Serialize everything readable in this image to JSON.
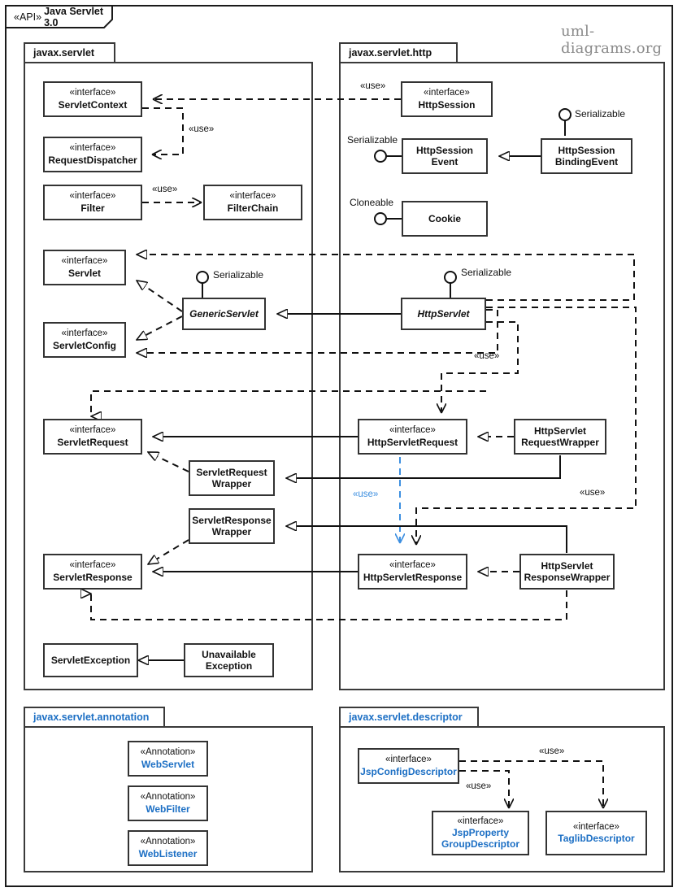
{
  "frame": {
    "stereotype": "«API»",
    "name": "Java Servlet 3.0"
  },
  "watermark": "uml-diagrams.org",
  "packages": [
    {
      "id": "servlet",
      "label": "javax.servlet"
    },
    {
      "id": "http",
      "label": "javax.servlet.http"
    },
    {
      "id": "annotation",
      "label": "javax.servlet.annotation"
    },
    {
      "id": "descriptor",
      "label": "javax.servlet.descriptor"
    }
  ],
  "stereotypes": {
    "interface": "«interface»",
    "annotation": "«Annotation»"
  },
  "classes": {
    "servlet_context": {
      "stereotype": "«interface»",
      "name": "ServletContext"
    },
    "request_dispatcher": {
      "stereotype": "«interface»",
      "name": "RequestDispatcher"
    },
    "filter": {
      "stereotype": "«interface»",
      "name": "Filter"
    },
    "filter_chain": {
      "stereotype": "«interface»",
      "name": "FilterChain"
    },
    "servlet": {
      "stereotype": "«interface»",
      "name": "Servlet"
    },
    "servlet_config": {
      "stereotype": "«interface»",
      "name": "ServletConfig"
    },
    "generic_servlet": {
      "stereotype": "",
      "name": "GenericServlet"
    },
    "servlet_request": {
      "stereotype": "«interface»",
      "name": "ServletRequest"
    },
    "servlet_request_wrapper": {
      "stereotype": "",
      "name_l1": "ServletRequest",
      "name_l2": "Wrapper"
    },
    "servlet_response_wrapper": {
      "stereotype": "",
      "name_l1": "ServletResponse",
      "name_l2": "Wrapper"
    },
    "servlet_response": {
      "stereotype": "«interface»",
      "name": "ServletResponse"
    },
    "servlet_exception": {
      "stereotype": "",
      "name": "ServletException"
    },
    "unavailable_exception": {
      "stereotype": "",
      "name_l1": "Unavailable",
      "name_l2": "Exception"
    },
    "http_session": {
      "stereotype": "«interface»",
      "name": "HttpSession"
    },
    "http_session_event": {
      "stereotype": "",
      "name_l1": "HttpSession",
      "name_l2": "Event"
    },
    "http_session_binding_event": {
      "stereotype": "",
      "name_l1": "HttpSession",
      "name_l2": "BindingEvent"
    },
    "cookie": {
      "stereotype": "",
      "name": "Cookie"
    },
    "http_servlet": {
      "stereotype": "",
      "name": "HttpServlet"
    },
    "http_servlet_request": {
      "stereotype": "«interface»",
      "name": "HttpServletRequest"
    },
    "http_servlet_request_wrapper": {
      "stereotype": "",
      "name_l1": "HttpServlet",
      "name_l2": "RequestWrapper"
    },
    "http_servlet_response": {
      "stereotype": "«interface»",
      "name": "HttpServletResponse"
    },
    "http_servlet_response_wrapper": {
      "stereotype": "",
      "name_l1": "HttpServlet",
      "name_l2": "ResponseWrapper"
    },
    "web_servlet": {
      "stereotype": "«Annotation»",
      "name": "WebServlet"
    },
    "web_filter": {
      "stereotype": "«Annotation»",
      "name": "WebFilter"
    },
    "web_listener": {
      "stereotype": "«Annotation»",
      "name": "WebListener"
    },
    "jsp_config_descriptor": {
      "stereotype": "«interface»",
      "name": "JspConfigDescriptor"
    },
    "jsp_property_group_descriptor": {
      "stereotype": "«interface»",
      "name_l1": "JspProperty",
      "name_l2": "GroupDescriptor"
    },
    "taglib_descriptor": {
      "stereotype": "«interface»",
      "name": "TaglibDescriptor"
    }
  },
  "interface_labels": {
    "serializable_generic_servlet": "Serializable",
    "serializable_http_servlet": "Serializable",
    "serializable_session_event": "Serializable",
    "serializable_binding_event": "Serializable",
    "cloneable_cookie": "Cloneable"
  },
  "use_labels": {
    "http_session_to_servlet_context": "«use»",
    "servlet_context_to_request_dispatcher": "«use»",
    "filter_to_filter_chain": "«use»",
    "http_servlet_to_http_servlet_request": "«use»",
    "http_servlet_request_to_http_servlet_response": "«use»",
    "http_servlet_to_http_servlet_response": "«use»",
    "jsp_config_to_group_descriptor": "«use»",
    "jsp_config_to_taglib_descriptor": "«use»"
  },
  "colors": {
    "line": "#111111",
    "blue": "#3d8fe0",
    "blue_text": "#1c6fc4",
    "package_border": "#3a3a3a",
    "watermark": "#8a8a8a"
  }
}
